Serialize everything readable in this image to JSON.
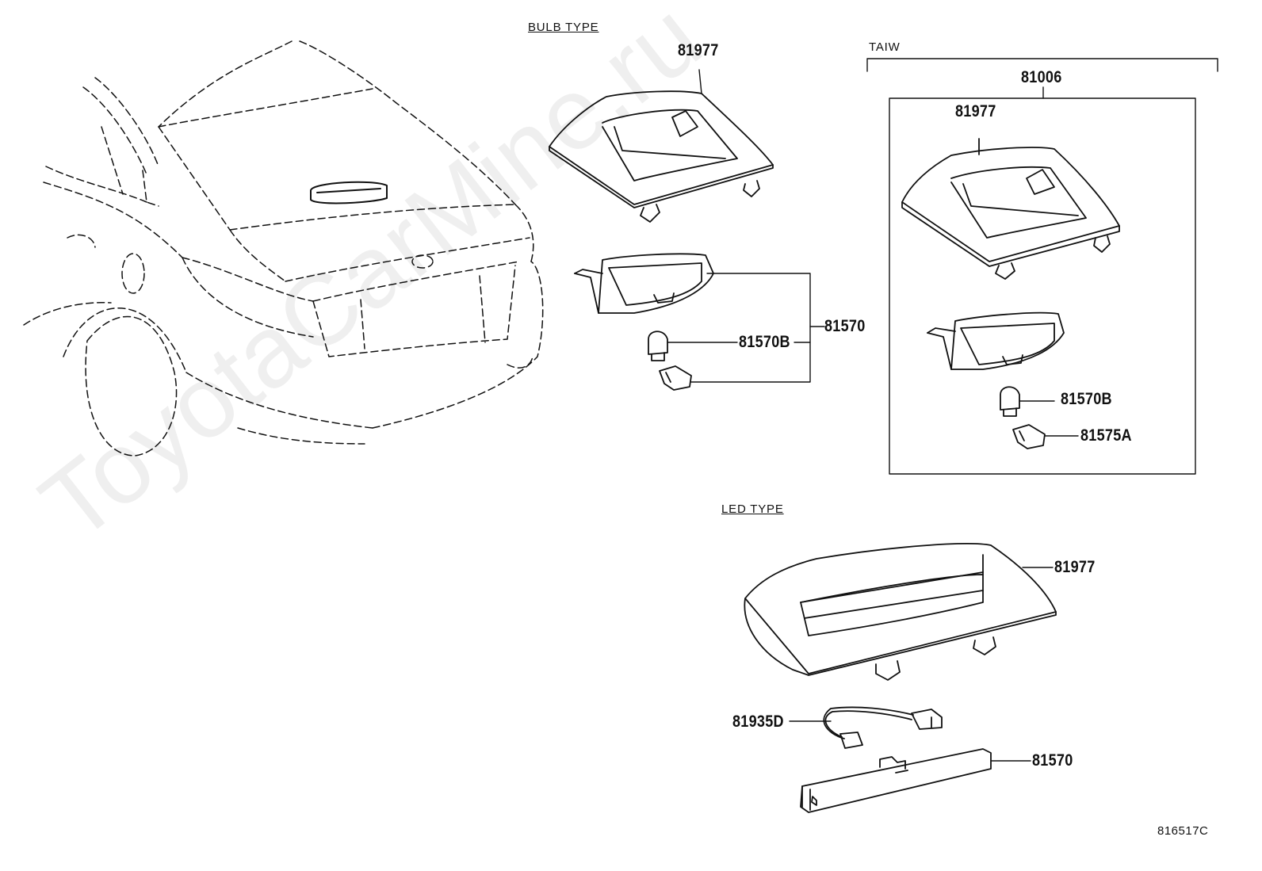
{
  "diagram": {
    "reference_code": "816517C",
    "watermark": "ToyotaCarMine.ru",
    "sections": {
      "bulb_type": "BULB TYPE",
      "taiw": "TAIW",
      "led_type": "LED TYPE"
    },
    "parts": {
      "bulb_cover": "81977",
      "bulb_housing": "81570",
      "bulb_bulb": "81570B",
      "taiw_assy": "81006",
      "taiw_cover": "81977",
      "taiw_bulb": "81570B",
      "taiw_socket": "81575A",
      "led_cover": "81977",
      "led_wire": "81935D",
      "led_lamp": "81570"
    }
  }
}
